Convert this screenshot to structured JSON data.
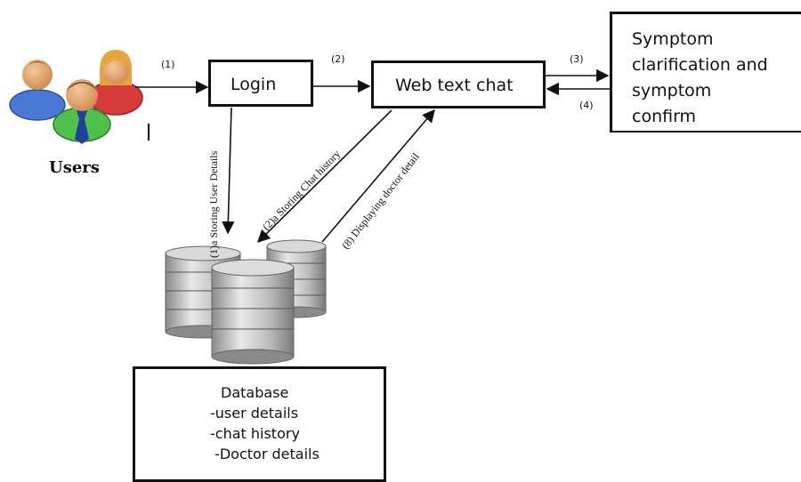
{
  "users": {
    "label": "Users"
  },
  "login": {
    "label": "Login"
  },
  "web_chat": {
    "label": "Web text chat"
  },
  "symptom": {
    "lines": [
      "Symptom",
      "clarification and",
      "symptom",
      "confirm"
    ]
  },
  "database": {
    "title": "Database",
    "items": [
      "-user details",
      "-chat history",
      " -Doctor details"
    ]
  },
  "steps": {
    "s1": "(1)",
    "s2": "(2)",
    "s3": "(3)",
    "s4": "(4)",
    "s1a": "(1)a  Storing User  Details",
    "s2a": "(2)a  Storing Chat history",
    "s8": "(8) Displaying doctor detail"
  },
  "colors": {
    "line": "#111111",
    "db_light": "#e6e6e6",
    "db_dark": "#7d7d7d"
  }
}
